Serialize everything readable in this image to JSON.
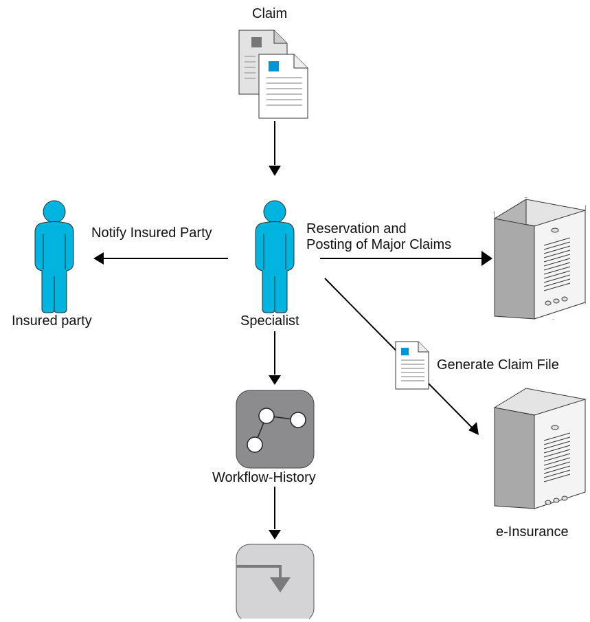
{
  "labels": {
    "claim": "Claim",
    "notify_insured_party": "Notify Insured Party",
    "reservation_line1": "Reservation and",
    "reservation_line2": "Posting of Major Claims",
    "insured_party": "Insured party",
    "specialist": "Specialist",
    "generate_claim_file": "Generate Claim File",
    "workflow_history": "Workflow-History",
    "e_insurance": "e-Insurance"
  },
  "colors": {
    "person": "#00b4e0",
    "person_outline": "#2d2d2d",
    "doc_accent_blue": "#0096d6",
    "doc_accent_gray": "#777777",
    "workflow_box": "#8c8c8e",
    "archive_box": "#d4d4d6",
    "server_front": "#f2f2f2",
    "server_side": "#bdbdbd",
    "arrow": "#000000"
  },
  "icons": [
    "document-stack-icon",
    "person-icon",
    "server-icon",
    "workflow-icon",
    "archive-icon",
    "document-icon"
  ]
}
